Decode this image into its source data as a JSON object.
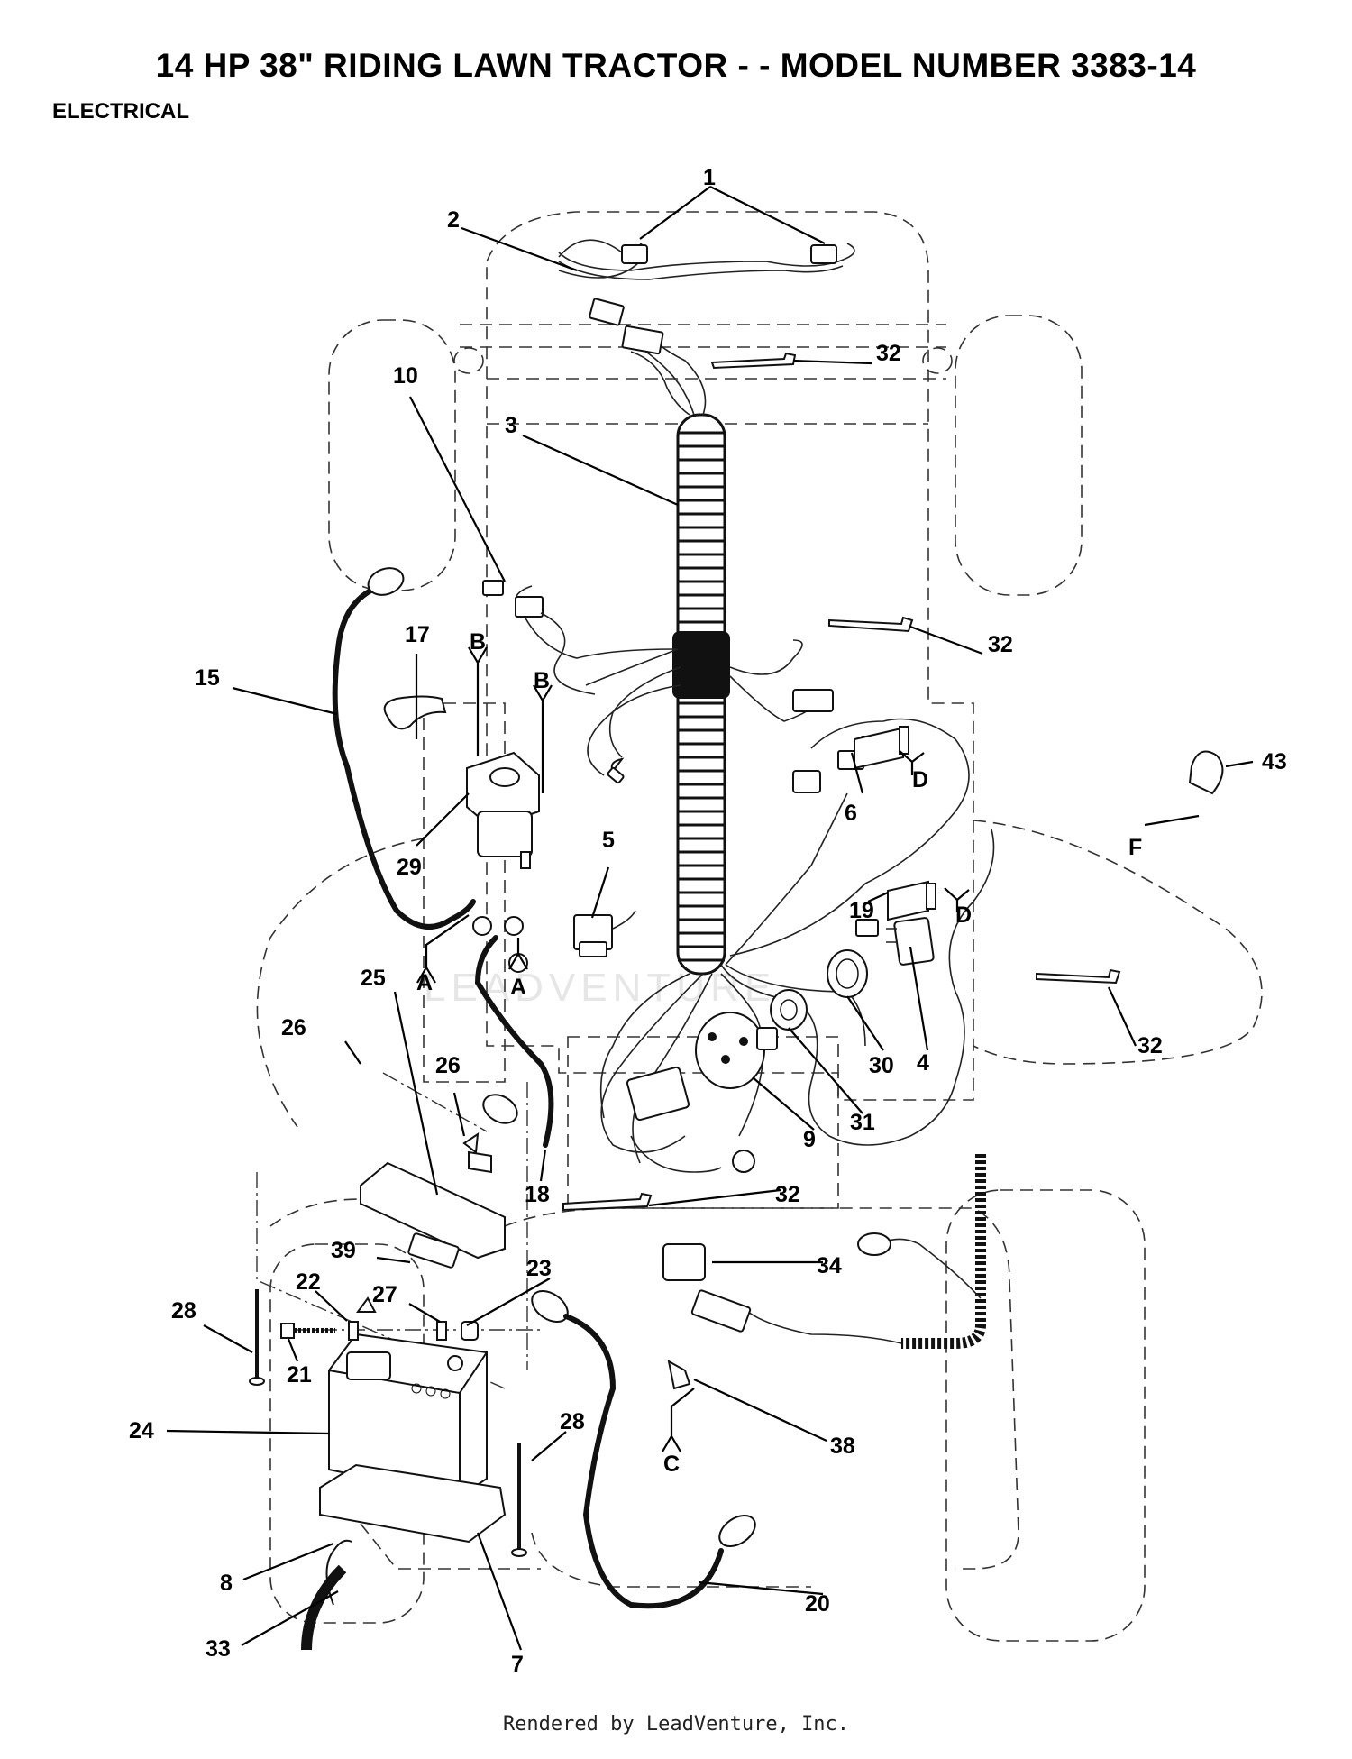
{
  "header": {
    "title": "14 HP 38\" RIDING LAWN TRACTOR - - MODEL NUMBER 3383-14",
    "section": "ELECTRICAL"
  },
  "watermark": "LEADVENTURE",
  "footer": "Rendered by LeadVenture, Inc.",
  "callouts": {
    "c1": "1",
    "c2": "2",
    "c3": "3",
    "c4": "4",
    "c5": "5",
    "c6": "6",
    "c7": "7",
    "c8": "8",
    "c9": "9",
    "c10": "10",
    "c15": "15",
    "c17": "17",
    "c18": "18",
    "c19": "19",
    "c20": "20",
    "c21": "21",
    "c22": "22",
    "c23": "23",
    "c24": "24",
    "c25": "25",
    "c26": "26",
    "c27": "27",
    "c28": "28",
    "c29": "29",
    "c30": "30",
    "c31": "31",
    "c32": "32",
    "c33": "33",
    "c34": "34",
    "c38": "38",
    "c39": "39",
    "c43": "43"
  },
  "connection_letters": {
    "a": "A",
    "b": "B",
    "c": "C",
    "d": "D",
    "f": "F"
  }
}
